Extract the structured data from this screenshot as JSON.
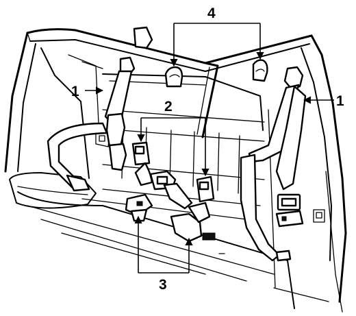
{
  "diagram": {
    "callouts": {
      "label_1_left": "1",
      "label_1_right": "1",
      "label_2": "2",
      "label_3": "3",
      "label_4": "4"
    }
  }
}
